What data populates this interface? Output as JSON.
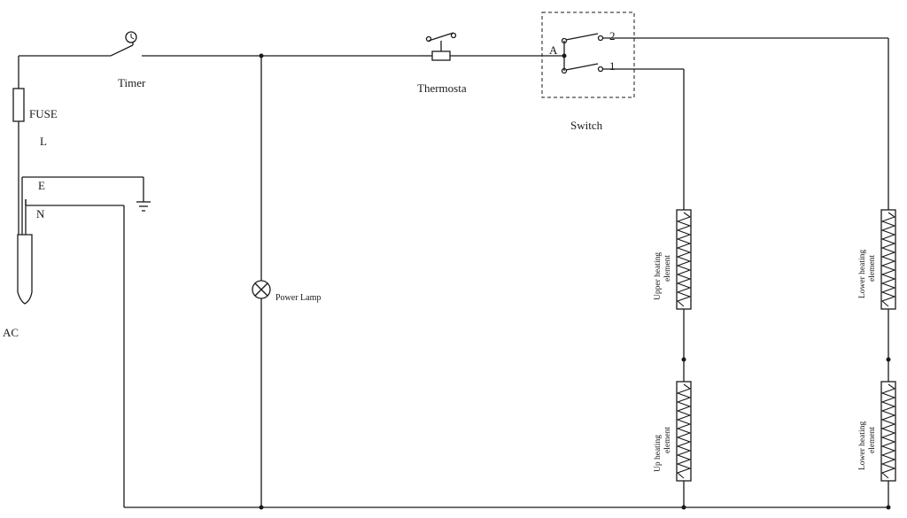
{
  "labels": {
    "timer": "Timer",
    "fuse": "FUSE",
    "line": "L",
    "earth": "E",
    "neutral": "N",
    "ac": "AC",
    "power_lamp": "Power Lamp",
    "thermostat": "Thermosta",
    "switch": "Switch",
    "switch_common": "A",
    "switch_pos_2": "2",
    "switch_pos_1": "1"
  },
  "elements": {
    "upper_top": {
      "line1": "Upper heating",
      "line2": "element"
    },
    "upper_bottom": {
      "line1": "Up    heating",
      "line2": "element"
    },
    "lower_top": {
      "line1": "Lower heating",
      "line2": "element"
    },
    "lower_bottom": {
      "line1": "Lower heating",
      "line2": "element"
    }
  },
  "colors": {
    "ink": "#1a1a1a",
    "background": "#ffffff"
  }
}
